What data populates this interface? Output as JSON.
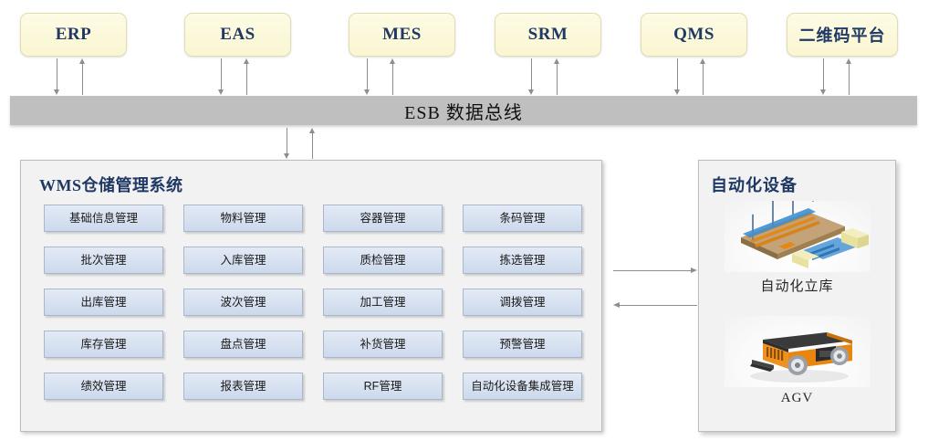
{
  "top_systems": [
    {
      "label": "ERP",
      "cjk": false
    },
    {
      "label": "EAS",
      "cjk": false
    },
    {
      "label": "MES",
      "cjk": false
    },
    {
      "label": "SRM",
      "cjk": false
    },
    {
      "label": "QMS",
      "cjk": false
    },
    {
      "label": "二维码平台",
      "cjk": true
    }
  ],
  "esb": {
    "label": "ESB  数据总线"
  },
  "wms": {
    "title": "WMS仓储管理系统",
    "modules": [
      "基础信息管理",
      "物料管理",
      "容器管理",
      "条码管理",
      "批次管理",
      "入库管理",
      "质检管理",
      "拣选管理",
      "出库管理",
      "波次管理",
      "加工管理",
      "调拨管理",
      "库存管理",
      "盘点管理",
      "补货管理",
      "预警管理",
      "绩效管理",
      "报表管理",
      "RF管理",
      "自动化设备集成管理"
    ]
  },
  "automation": {
    "title": "自动化设备",
    "equipment": [
      {
        "name": "自动化立库",
        "icon": "asrs-rack-icon"
      },
      {
        "name": "AGV",
        "icon": "agv-robot-icon"
      }
    ]
  },
  "colors": {
    "system_box_fill": "#fbf8dc",
    "system_box_text": "#1f3864",
    "esb_bar": "#bfbfbf",
    "panel_fill": "#f2f2f2",
    "module_fill": "#dce4f0",
    "module_border": "#a9b7cd",
    "arrow": "#8d8d8d",
    "agv_body": "#f0901e"
  }
}
